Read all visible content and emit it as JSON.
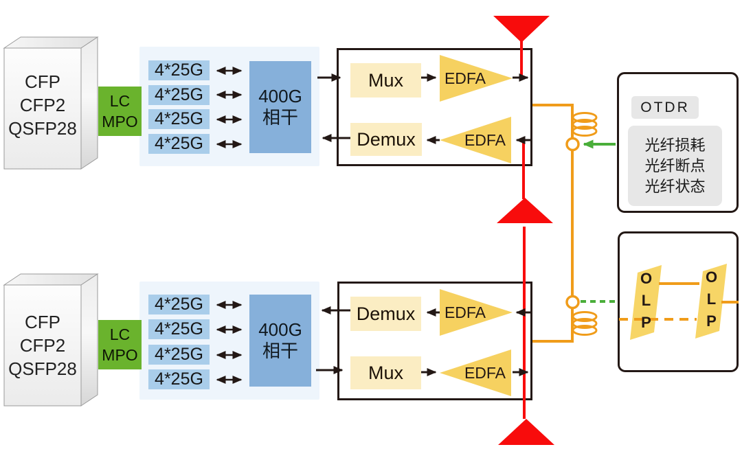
{
  "terminal": {
    "lines": [
      "CFP",
      "CFP2",
      "QSFP28"
    ]
  },
  "connector": {
    "lines": [
      "LC",
      "MPO"
    ]
  },
  "lanes": {
    "label": "4*25G"
  },
  "coherent": {
    "lines": [
      "400G",
      "相干"
    ]
  },
  "transport": {
    "mux": "Mux",
    "demux": "Demux",
    "edfa": "EDFA"
  },
  "otdr": {
    "title": "OTDR",
    "items": [
      "光纤损耗",
      "光纤断点",
      "光纤状态"
    ]
  },
  "olp": {
    "label": "OLP"
  },
  "colors": {
    "red": "#f80c0c",
    "orange": "#f09c1a",
    "green": "#4aae3a",
    "lane_blue": "#a9cdea",
    "coherent_blue": "#86b0da",
    "panel_blue": "#eef5fc",
    "cream": "#fbedc3",
    "edfa_gold": "#f6d160",
    "olp_yellow": "#f7d566",
    "connector_green": "#6ab32d",
    "gray_box": "#e7e7e7",
    "line_black": "#231815",
    "background": "#ffffff"
  }
}
